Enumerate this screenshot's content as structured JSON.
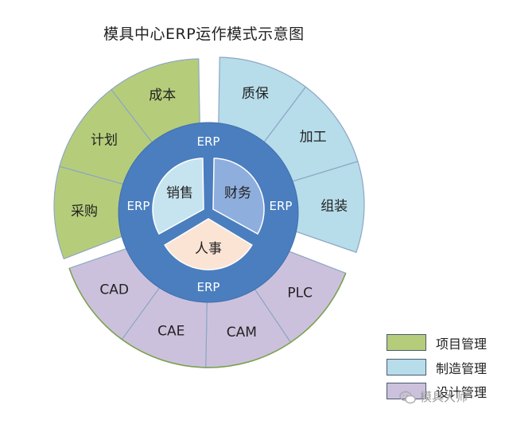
{
  "title": "模具中心ERP运作模式示意图",
  "groups": [
    {
      "key": "project",
      "legend": "项目管理",
      "fill": "#b5cd7a",
      "segments": [
        "采购",
        "计划",
        "成本"
      ]
    },
    {
      "key": "manufacturing",
      "legend": "制造管理",
      "fill": "#b7dcea",
      "segments": [
        "质保",
        "加工",
        "组装"
      ]
    },
    {
      "key": "design",
      "legend": "设计管理",
      "fill": "#ccc1dc",
      "segments": [
        "PLC",
        "CAM",
        "CAE",
        "CAD"
      ]
    }
  ],
  "ring": {
    "fill": "#4a7ebf",
    "labels": [
      "ERP",
      "ERP",
      "ERP",
      "ERP"
    ]
  },
  "core": [
    {
      "label": "销售",
      "fill": "#c6e4ef"
    },
    {
      "label": "财务",
      "fill": "#8eaedd"
    },
    {
      "label": "人事",
      "fill": "#fbe4d4"
    }
  ],
  "colors": {
    "segment_stroke": "#8ea6c4",
    "outer_edge": "#7aa04a"
  },
  "watermark": {
    "text": "模具大师",
    "icon": "wechat-icon"
  }
}
